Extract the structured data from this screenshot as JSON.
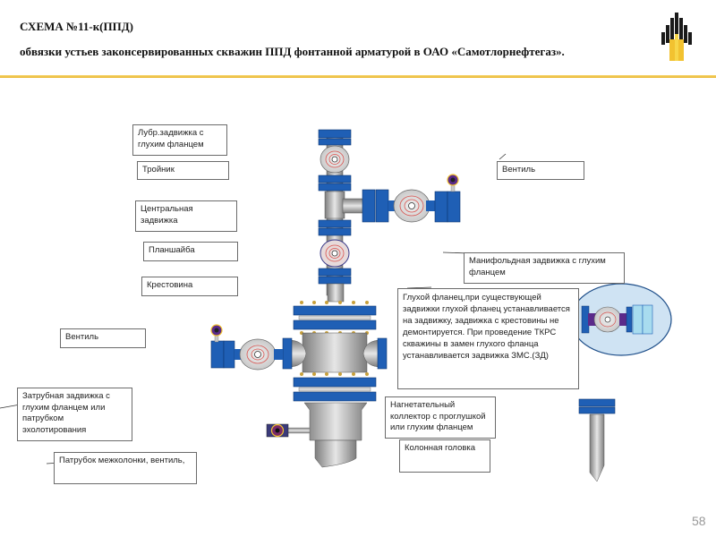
{
  "header": {
    "title": "СХЕМА №11-к(ППД)",
    "subtitle": "обвязки устьев законсервированных скважин ППД фонтанной арматурой в ОАО «Самотлорнефтегаз».",
    "logo": "rosneft-logo-icon"
  },
  "labels": {
    "lubr_valve": "Лубр.задвижка с глухим фланцем",
    "tee": "Тройник",
    "central_valve": "Центральная задвижка",
    "planshaiba": "Планшайба",
    "crosspiece": "Крестовина",
    "valve_right": "Вентиль",
    "manifold_valve": "Манифольдная задвижка с глухим фланцем",
    "blind_flange_note": "Глухой фланец,при существующей задвижки глухой фланец устанавливается на задвижку, задвижка с крестовины не демонтируется. При проведение ТКРС скважины в замен  глухого фланца устанавливается задвижка ЗМС.(ЗД)",
    "valve_left": "Вентиль",
    "annulus_valve": "Затрубная задвижка с глухим фланцем или патрубком эхолотирования",
    "intercolumn_pipe": "Патрубок межколонки, вентиль,",
    "injection_collector": "Нагнетательный коллектор с проглушкой или глухим фланцем",
    "column_head": "Колонная головка"
  },
  "colors": {
    "flange_blue": "#1f5fb5",
    "body_gray": "#b8b8b8",
    "valve_disc": "#e8d8d8",
    "valve_ring": "#d9534f",
    "accent_yellow": "#f2c230",
    "callout_fill": "#cfe3f3"
  },
  "footer": {
    "page_number": "58"
  }
}
